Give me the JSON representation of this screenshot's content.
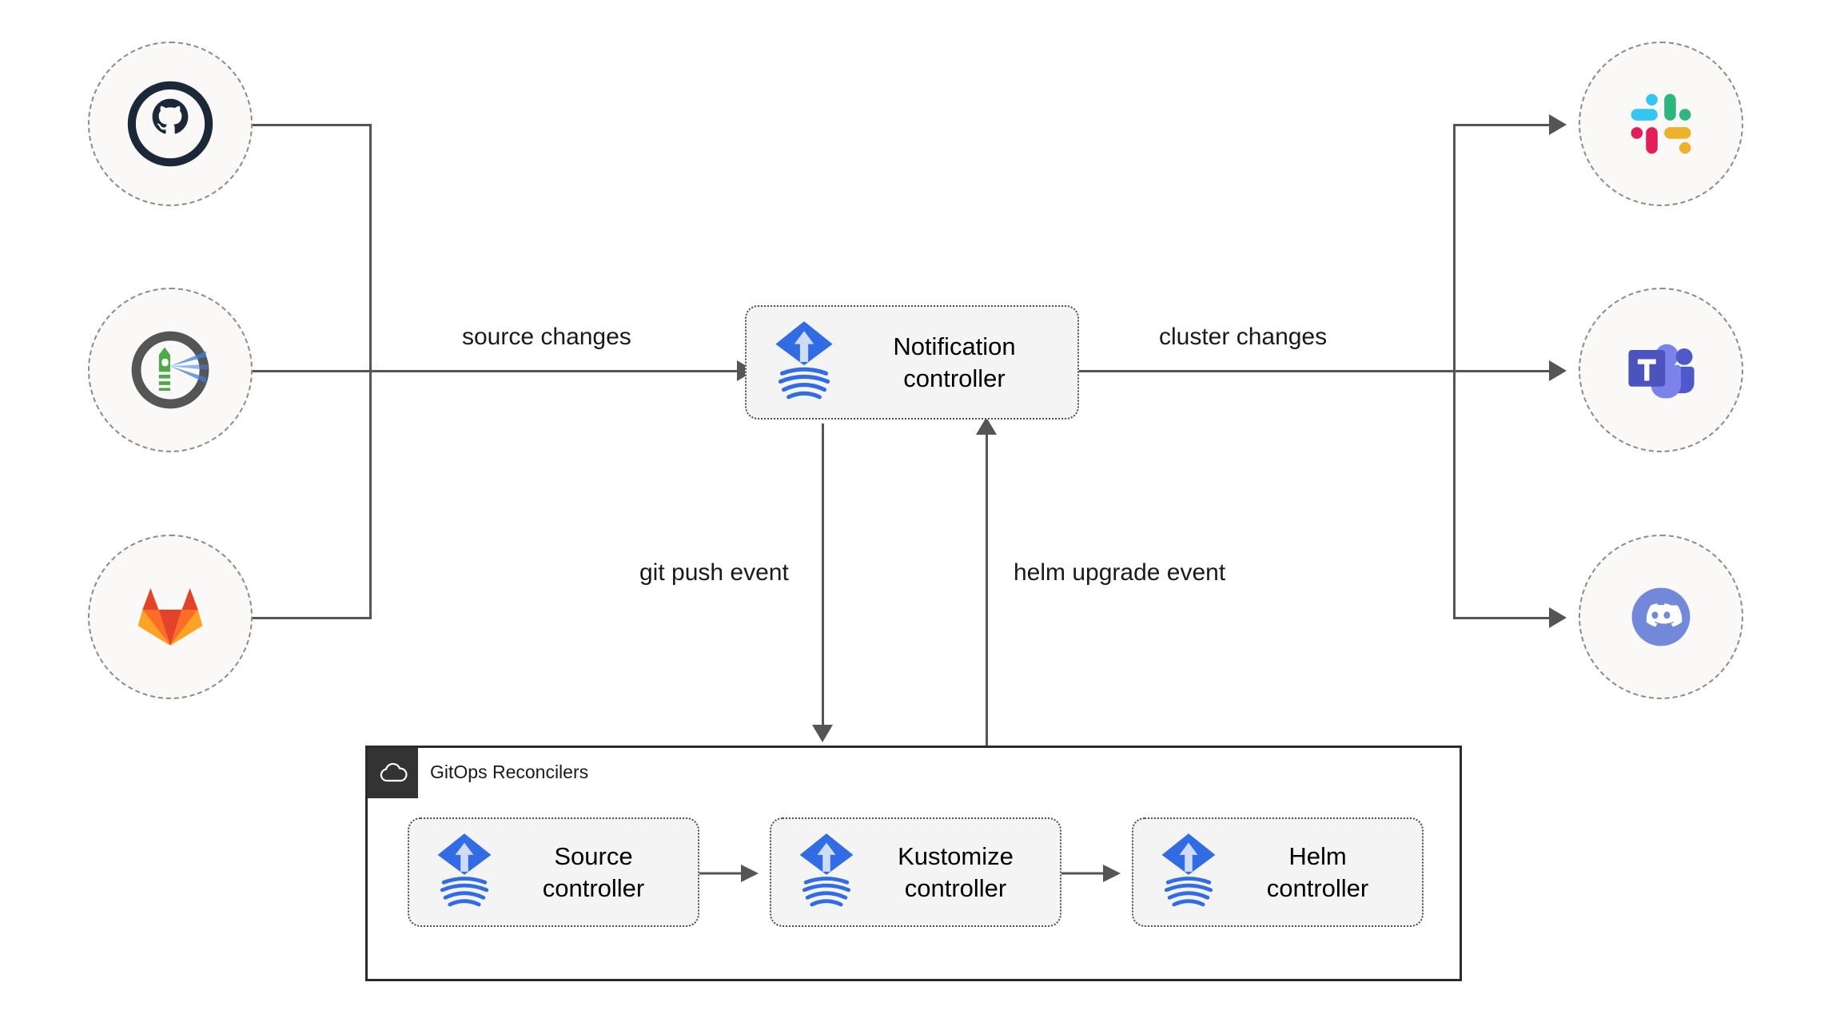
{
  "diagram": {
    "title": "Flux Notification Controller architecture",
    "background": "#ffffff",
    "line_color": "#555555",
    "text_color": "#1a1a1a"
  },
  "sources": [
    {
      "id": "github",
      "name": "GitHub",
      "icon": "github-icon",
      "color": "#1b2838"
    },
    {
      "id": "flux",
      "name": "Flux",
      "icon": "flux-lighthouse-icon",
      "color": "#4ea94b"
    },
    {
      "id": "gitlab",
      "name": "GitLab",
      "icon": "gitlab-icon",
      "color": "#e24329"
    }
  ],
  "destinations": [
    {
      "id": "slack",
      "name": "Slack",
      "icon": "slack-icon",
      "color": "#36c5f0"
    },
    {
      "id": "teams",
      "name": "Microsoft Teams",
      "icon": "microsoft-teams-icon",
      "color": "#5059c9"
    },
    {
      "id": "discord",
      "name": "Discord",
      "icon": "discord-icon",
      "color": "#7289da"
    }
  ],
  "notification": {
    "label": "Notification\ncontroller",
    "icon": "flux-logo-icon"
  },
  "group": {
    "title": "GitOps Reconcilers",
    "icon": "cloud-icon",
    "badge_color": "#333333",
    "controllers": [
      {
        "id": "source",
        "label": "Source\ncontroller",
        "icon": "flux-logo-icon"
      },
      {
        "id": "kustomize",
        "label": "Kustomize\ncontroller",
        "icon": "flux-logo-icon"
      },
      {
        "id": "helm",
        "label": "Helm\ncontroller",
        "icon": "flux-logo-icon"
      }
    ]
  },
  "edges": [
    {
      "id": "source-changes",
      "label": "source changes"
    },
    {
      "id": "cluster-changes",
      "label": "cluster changes"
    },
    {
      "id": "git-push-event",
      "label": "git push event"
    },
    {
      "id": "helm-upgrade-event",
      "label": "helm upgrade event"
    }
  ]
}
